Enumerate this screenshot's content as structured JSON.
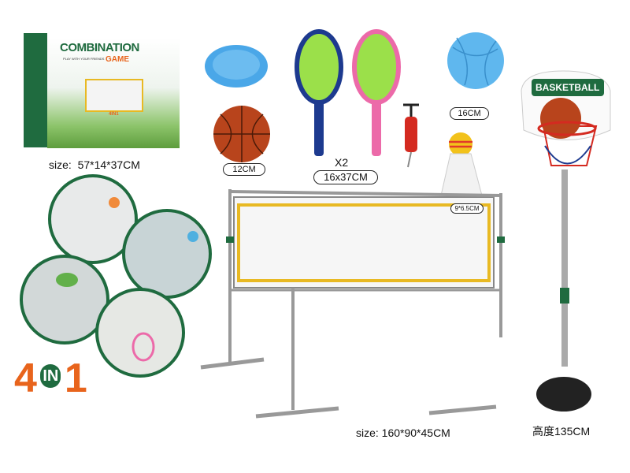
{
  "box": {
    "title": "COMBINATION",
    "title_sub": "GAME",
    "tagline": "PLAY WITH YOUR FRIENDS",
    "badge": "4IN1",
    "size_label": "size:  57*14*37CM"
  },
  "items": {
    "basketball_small_label": "12CM",
    "racket_qty": "X2",
    "racket_size": "16x37CM",
    "volleyball_label": "16CM",
    "shuttlecock_label": "9*6.5CM"
  },
  "collage": {
    "badge_num1": "4",
    "badge_in": "IN",
    "badge_num2": "1"
  },
  "net": {
    "size_label": "size: 160*90*45CM"
  },
  "hoop": {
    "board_text": "BASKETBALL",
    "height_label": "高度135CM"
  },
  "colors": {
    "green": "#1f6b3f",
    "orange": "#e8641c",
    "net_yellow": "#e8b923",
    "sky_blue": "#4aa7e8"
  }
}
